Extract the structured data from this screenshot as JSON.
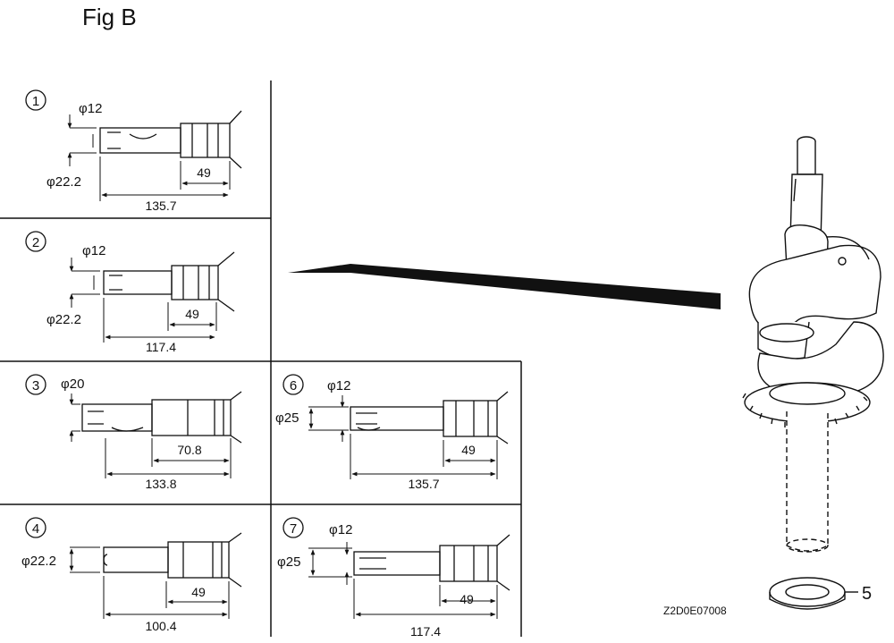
{
  "figure": {
    "title": "Fig B",
    "code": "Z2D0E07008",
    "part_number": "5"
  },
  "variants": [
    {
      "num": "1",
      "dia_small": "φ12",
      "dia_large": "φ22.2",
      "dim_short": "49",
      "dim_long": "135.7"
    },
    {
      "num": "2",
      "dia_small": "φ12",
      "dia_large": "φ22.2",
      "dim_short": "49",
      "dim_long": "117.4"
    },
    {
      "num": "3",
      "dia_small": "φ20",
      "dim_short": "70.8",
      "dim_long": "133.8"
    },
    {
      "num": "4",
      "dia_large": "φ22.2",
      "dim_short": "49",
      "dim_long": "100.4"
    },
    {
      "num": "6",
      "dia_small": "φ12",
      "dia_large": "φ25",
      "dim_short": "49",
      "dim_long": "135.7"
    },
    {
      "num": "7",
      "dia_small": "φ12",
      "dia_large": "φ25",
      "dim_short": "49",
      "dim_long": "117.4"
    }
  ]
}
